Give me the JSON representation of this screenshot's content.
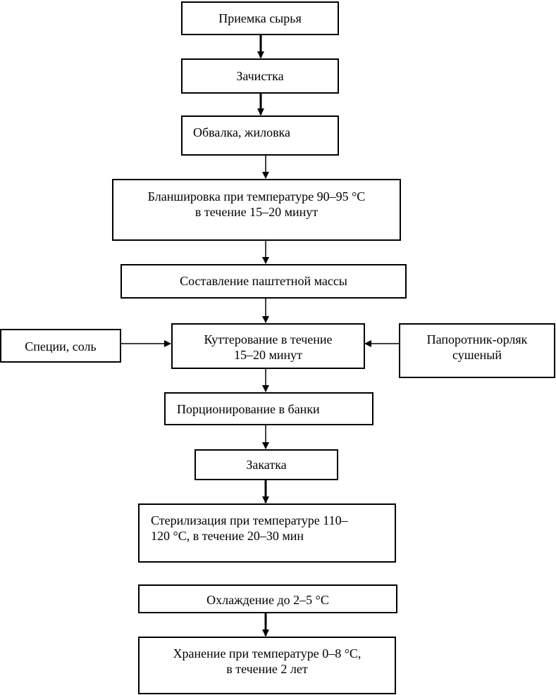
{
  "steps": {
    "raw_intake": "Приемка сырья",
    "cleaning": "Зачистка",
    "deboning": "Обвалка, жиловка",
    "blanching_l1": "Бланшировка при температуре 90–95 °С",
    "blanching_l2": "в течение 15–20 минут",
    "paste_mass": "Составление паштетной массы",
    "cutter_l1": "Куттерование в течение",
    "cutter_l2": "15–20 минут",
    "spices": "Специи, соль",
    "fern_l1": "Папоротник-орляк",
    "fern_l2": "сушеный",
    "portioning": "Порционирование в банки",
    "sealing": "Закатка",
    "sterilization_l1": "Стерилизация при температуре 110–",
    "sterilization_l2": "120 °С, в течение 20–30 мин",
    "cooling": "Охлаждение до 2–5 °С",
    "storage_l1": "Хранение при температуре 0–8 °С,",
    "storage_l2": "в течение 2 лет"
  }
}
